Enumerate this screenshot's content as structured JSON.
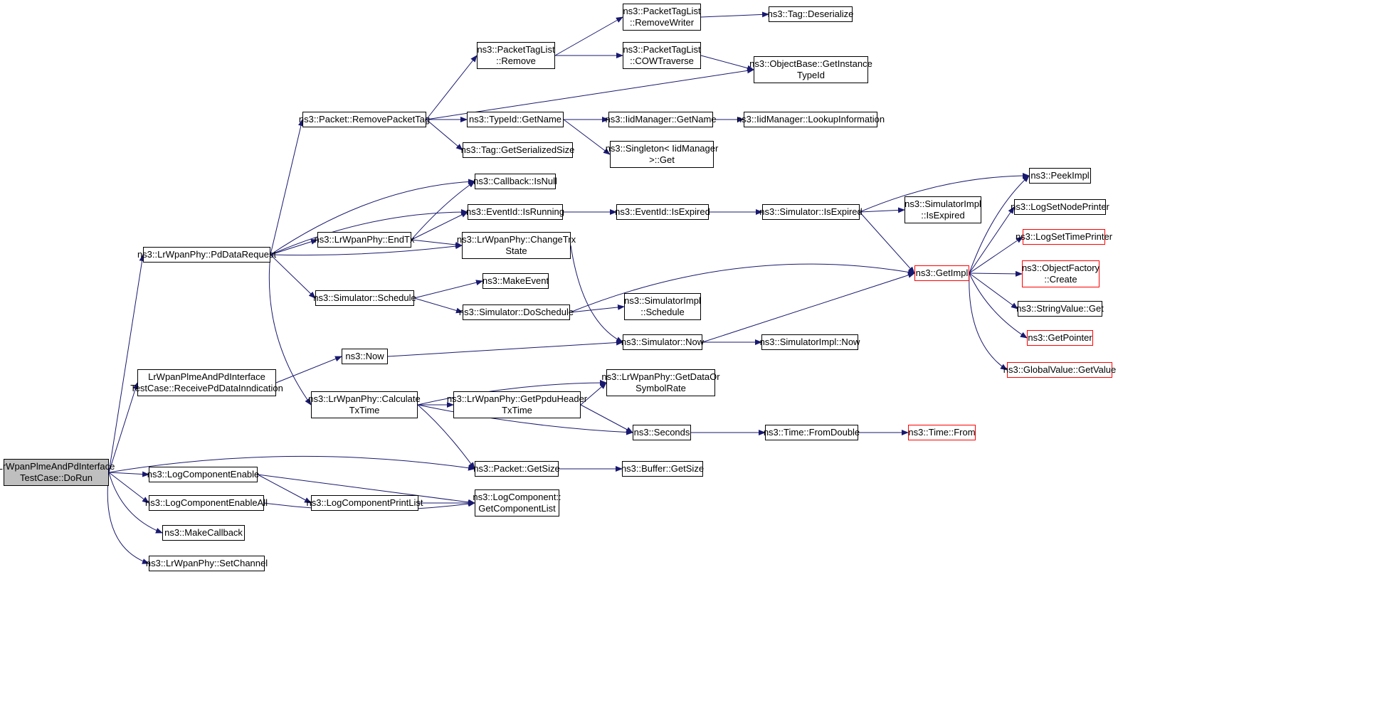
{
  "colors": {
    "edge": "#191970",
    "node_border": "#000000",
    "truncated_border": "#ff0000",
    "root_fill": "#bfbfbf"
  },
  "nodes": [
    {
      "id": "root",
      "lines": [
        "LrWpanPlmeAndPdInterface",
        "TestCase::DoRun"
      ],
      "kind": "root"
    },
    {
      "id": "pddata",
      "lines": [
        "ns3::LrWpanPhy::PdDataRequest"
      ]
    },
    {
      "id": "recv",
      "lines": [
        "LrWpanPlmeAndPdInterface",
        "TestCase::ReceivePdDataInndication"
      ]
    },
    {
      "id": "logenable",
      "lines": [
        "ns3::LogComponentEnable"
      ]
    },
    {
      "id": "logenableall",
      "lines": [
        "ns3::LogComponentEnableAll"
      ]
    },
    {
      "id": "makecb",
      "lines": [
        "ns3::MakeCallback"
      ]
    },
    {
      "id": "setchannel",
      "lines": [
        "ns3::LrWpanPhy::SetChannel"
      ]
    },
    {
      "id": "removepkttag",
      "lines": [
        "ns3::Packet::RemovePacketTag"
      ]
    },
    {
      "id": "cbisnull",
      "lines": [
        "ns3::Callback::IsNull"
      ]
    },
    {
      "id": "evisrunning",
      "lines": [
        "ns3::EventId::IsRunning"
      ]
    },
    {
      "id": "endtx",
      "lines": [
        "ns3::LrWpanPhy::EndTx"
      ]
    },
    {
      "id": "changetrx",
      "lines": [
        "ns3::LrWpanPhy::ChangeTrx",
        "State"
      ]
    },
    {
      "id": "schedule",
      "lines": [
        "ns3::Simulator::Schedule"
      ]
    },
    {
      "id": "calctx",
      "lines": [
        "ns3::LrWpanPhy::Calculate",
        "TxTime"
      ]
    },
    {
      "id": "now",
      "lines": [
        "ns3::Now"
      ]
    },
    {
      "id": "logprintlist",
      "lines": [
        "ns3::LogComponentPrintList"
      ]
    },
    {
      "id": "getcomplist",
      "lines": [
        "ns3::LogComponent::",
        "GetComponentList"
      ]
    },
    {
      "id": "pktgetsize",
      "lines": [
        "ns3::Packet::GetSize"
      ]
    },
    {
      "id": "ptlremove",
      "lines": [
        "ns3::PacketTagList",
        "::Remove"
      ]
    },
    {
      "id": "typeidgetname",
      "lines": [
        "ns3::TypeId::GetName"
      ]
    },
    {
      "id": "taggetser",
      "lines": [
        "ns3::Tag::GetSerializedSize"
      ]
    },
    {
      "id": "makeevent",
      "lines": [
        "ns3::MakeEvent"
      ]
    },
    {
      "id": "doschedule",
      "lines": [
        "ns3::Simulator::DoSchedule"
      ]
    },
    {
      "id": "getppdu",
      "lines": [
        "ns3::LrWpanPhy::GetPpduHeader",
        "TxTime"
      ]
    },
    {
      "id": "ptlremwriter",
      "lines": [
        "ns3::PacketTagList",
        "::RemoveWriter"
      ]
    },
    {
      "id": "ptlcow",
      "lines": [
        "ns3::PacketTagList",
        "::COWTraverse"
      ]
    },
    {
      "id": "iidgetname",
      "lines": [
        "ns3::IidManager::GetName"
      ]
    },
    {
      "id": "singleton",
      "lines": [
        "ns3::Singleton< IidManager",
        ">::Get"
      ]
    },
    {
      "id": "evisexpired",
      "lines": [
        "ns3::EventId::IsExpired"
      ]
    },
    {
      "id": "simimplsched",
      "lines": [
        "ns3::SimulatorImpl",
        "::Schedule"
      ]
    },
    {
      "id": "simnow",
      "lines": [
        "ns3::Simulator::Now"
      ]
    },
    {
      "id": "getdatarate",
      "lines": [
        "ns3::LrWpanPhy::GetDataOr",
        "SymbolRate"
      ]
    },
    {
      "id": "seconds",
      "lines": [
        "ns3::Seconds"
      ]
    },
    {
      "id": "buffergetsize",
      "lines": [
        "ns3::Buffer::GetSize"
      ]
    },
    {
      "id": "tagdeser",
      "lines": [
        "ns3::Tag::Deserialize"
      ]
    },
    {
      "id": "objbase",
      "lines": [
        "ns3::ObjectBase::GetInstance",
        "TypeId"
      ]
    },
    {
      "id": "iidlookup",
      "lines": [
        "ns3::IidManager::LookupInformation"
      ]
    },
    {
      "id": "simisexpired",
      "lines": [
        "ns3::Simulator::IsExpired"
      ]
    },
    {
      "id": "simimplnow",
      "lines": [
        "ns3::SimulatorImpl::Now"
      ]
    },
    {
      "id": "timefromdouble",
      "lines": [
        "ns3::Time::FromDouble"
      ]
    },
    {
      "id": "simimplisexp",
      "lines": [
        "ns3::SimulatorImpl",
        "::IsExpired"
      ]
    },
    {
      "id": "getimpl",
      "lines": [
        "ns3::GetImpl"
      ],
      "kind": "trunc"
    },
    {
      "id": "timefrom",
      "lines": [
        "ns3::Time::From"
      ],
      "kind": "trunc"
    },
    {
      "id": "peekimpl",
      "lines": [
        "ns3::PeekImpl"
      ]
    },
    {
      "id": "lognodeprinter",
      "lines": [
        "ns3::LogSetNodePrinter"
      ]
    },
    {
      "id": "logtimeprinter",
      "lines": [
        "ns3::LogSetTimePrinter"
      ],
      "kind": "trunc"
    },
    {
      "id": "objfactory",
      "lines": [
        "ns3::ObjectFactory",
        "::Create"
      ],
      "kind": "trunc"
    },
    {
      "id": "stringvalue",
      "lines": [
        "ns3::StringValue::Get"
      ]
    },
    {
      "id": "getpointer",
      "lines": [
        "ns3::GetPointer"
      ],
      "kind": "trunc"
    },
    {
      "id": "globalvalue",
      "lines": [
        "ns3::GlobalValue::GetValue"
      ],
      "kind": "trunc"
    }
  ],
  "edges": [
    [
      "root",
      "pddata"
    ],
    [
      "root",
      "recv"
    ],
    [
      "root",
      "logenable"
    ],
    [
      "root",
      "logenableall"
    ],
    [
      "root",
      "makecb"
    ],
    [
      "root",
      "setchannel"
    ],
    [
      "root",
      "pktgetsize"
    ],
    [
      "pddata",
      "removepkttag"
    ],
    [
      "pddata",
      "cbisnull"
    ],
    [
      "pddata",
      "evisrunning"
    ],
    [
      "pddata",
      "endtx"
    ],
    [
      "pddata",
      "changetrx"
    ],
    [
      "pddata",
      "schedule"
    ],
    [
      "pddata",
      "calctx"
    ],
    [
      "recv",
      "now"
    ],
    [
      "logenable",
      "logprintlist"
    ],
    [
      "logenable",
      "getcomplist"
    ],
    [
      "logenableall",
      "getcomplist"
    ],
    [
      "logprintlist",
      "getcomplist"
    ],
    [
      "removepkttag",
      "ptlremove"
    ],
    [
      "removepkttag",
      "typeidgetname"
    ],
    [
      "removepkttag",
      "taggetser"
    ],
    [
      "removepkttag",
      "objbase"
    ],
    [
      "ptlremove",
      "ptlremwriter"
    ],
    [
      "ptlremove",
      "ptlcow"
    ],
    [
      "ptlremwriter",
      "tagdeser"
    ],
    [
      "ptlcow",
      "objbase"
    ],
    [
      "typeidgetname",
      "iidgetname"
    ],
    [
      "typeidgetname",
      "singleton"
    ],
    [
      "iidgetname",
      "iidlookup"
    ],
    [
      "endtx",
      "cbisnull"
    ],
    [
      "endtx",
      "evisrunning"
    ],
    [
      "endtx",
      "changetrx"
    ],
    [
      "evisrunning",
      "evisexpired"
    ],
    [
      "evisexpired",
      "simisexpired"
    ],
    [
      "simisexpired",
      "simimplisexp"
    ],
    [
      "simisexpired",
      "peekimpl"
    ],
    [
      "simisexpired",
      "getimpl"
    ],
    [
      "changetrx",
      "simnow"
    ],
    [
      "schedule",
      "makeevent"
    ],
    [
      "schedule",
      "doschedule"
    ],
    [
      "doschedule",
      "simimplsched"
    ],
    [
      "doschedule",
      "getimpl"
    ],
    [
      "now",
      "simnow"
    ],
    [
      "simnow",
      "simimplnow"
    ],
    [
      "simnow",
      "getimpl"
    ],
    [
      "calctx",
      "getdatarate"
    ],
    [
      "calctx",
      "getppdu"
    ],
    [
      "calctx",
      "seconds"
    ],
    [
      "calctx",
      "pktgetsize"
    ],
    [
      "getppdu",
      "getdatarate"
    ],
    [
      "getppdu",
      "seconds"
    ],
    [
      "seconds",
      "timefromdouble"
    ],
    [
      "timefromdouble",
      "timefrom"
    ],
    [
      "pktgetsize",
      "buffergetsize"
    ],
    [
      "getimpl",
      "peekimpl"
    ],
    [
      "getimpl",
      "lognodeprinter"
    ],
    [
      "getimpl",
      "logtimeprinter"
    ],
    [
      "getimpl",
      "objfactory"
    ],
    [
      "getimpl",
      "stringvalue"
    ],
    [
      "getimpl",
      "getpointer"
    ],
    [
      "getimpl",
      "globalvalue"
    ]
  ]
}
